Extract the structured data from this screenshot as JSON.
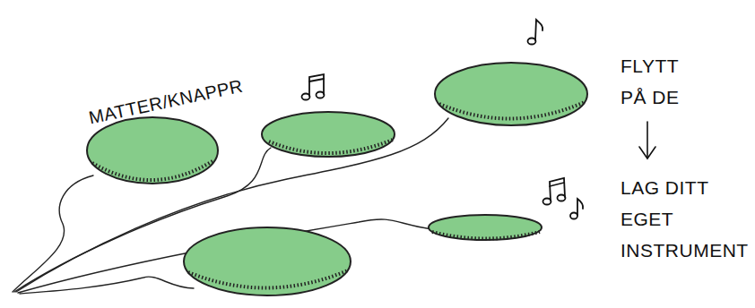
{
  "diagram": {
    "nodes": [
      {
        "text": [
          "MATTER/KNAPPR"
        ]
      }
    ],
    "labels": [
      "FLYTT PÅ DE",
      "LAG DITT EGET INSTRUMENT"
    ]
  }
}
